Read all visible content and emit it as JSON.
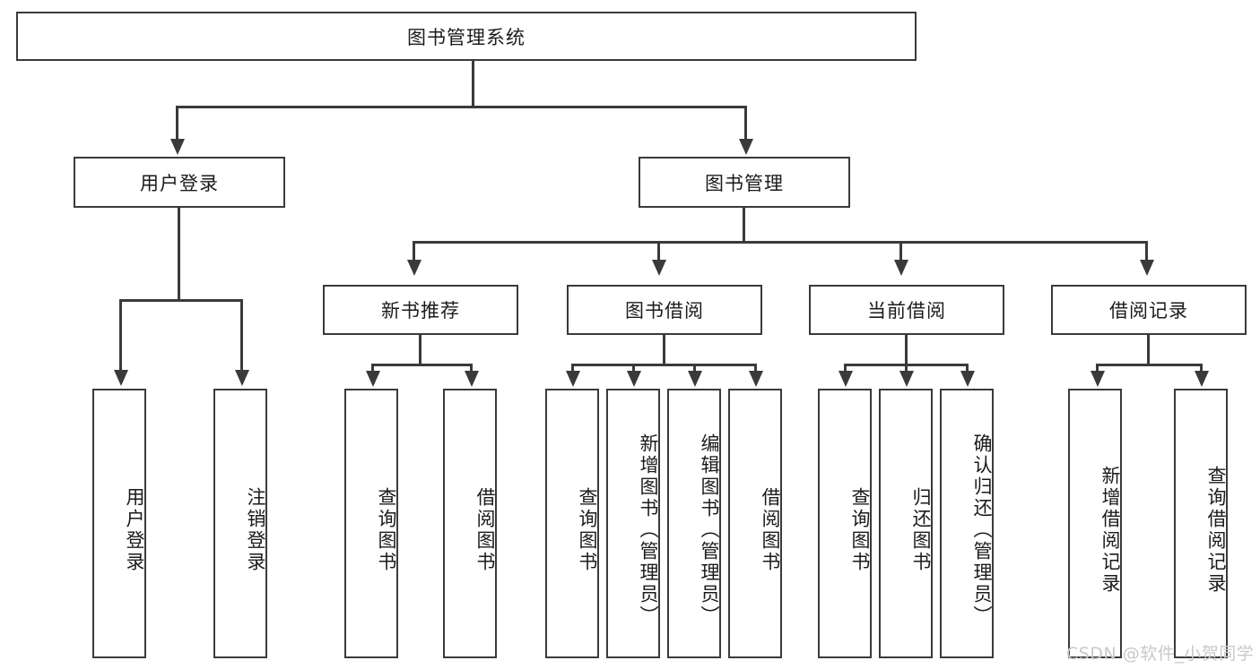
{
  "diagram": {
    "title_node": {
      "label": "图书管理系统"
    },
    "level2": [
      {
        "id": "user-login",
        "label": "用户登录"
      },
      {
        "id": "book-management",
        "label": "图书管理"
      }
    ],
    "level3": [
      {
        "id": "new-book-recommend",
        "label": "新书推荐"
      },
      {
        "id": "book-borrow",
        "label": "图书借阅"
      },
      {
        "id": "current-borrow",
        "label": "当前借阅"
      },
      {
        "id": "borrow-record",
        "label": "借阅记录"
      }
    ],
    "leaves": {
      "user_login": [
        {
          "id": "leaf-user-login",
          "label": "用户登录"
        },
        {
          "id": "leaf-logout-login",
          "label": "注销登录"
        }
      ],
      "new_book_recommend": [
        {
          "id": "leaf-query-book-1",
          "label": "查询图书"
        },
        {
          "id": "leaf-borrow-book-1",
          "label": "借阅图书"
        }
      ],
      "book_borrow": [
        {
          "id": "leaf-query-book-2",
          "label": "查询图书"
        },
        {
          "id": "leaf-add-book",
          "label": "新增图书（管理员）"
        },
        {
          "id": "leaf-edit-book",
          "label": "编辑图书（管理员）"
        },
        {
          "id": "leaf-borrow-book-2",
          "label": "借阅图书"
        }
      ],
      "current_borrow": [
        {
          "id": "leaf-query-book-3",
          "label": "查询图书"
        },
        {
          "id": "leaf-return-book",
          "label": "归还图书"
        },
        {
          "id": "leaf-confirm-return",
          "label": "确认归还（管理员）"
        }
      ],
      "borrow_record": [
        {
          "id": "leaf-add-record",
          "label": "新增借阅记录"
        },
        {
          "id": "leaf-query-record",
          "label": "查询借阅记录"
        }
      ]
    }
  },
  "watermark": {
    "text": "CSDN @软件_小贺同学"
  },
  "colors": {
    "stroke": "#3a3a3a",
    "text": "#1b1b1b",
    "background": "#ffffff",
    "watermark": "#c9c9c9"
  }
}
